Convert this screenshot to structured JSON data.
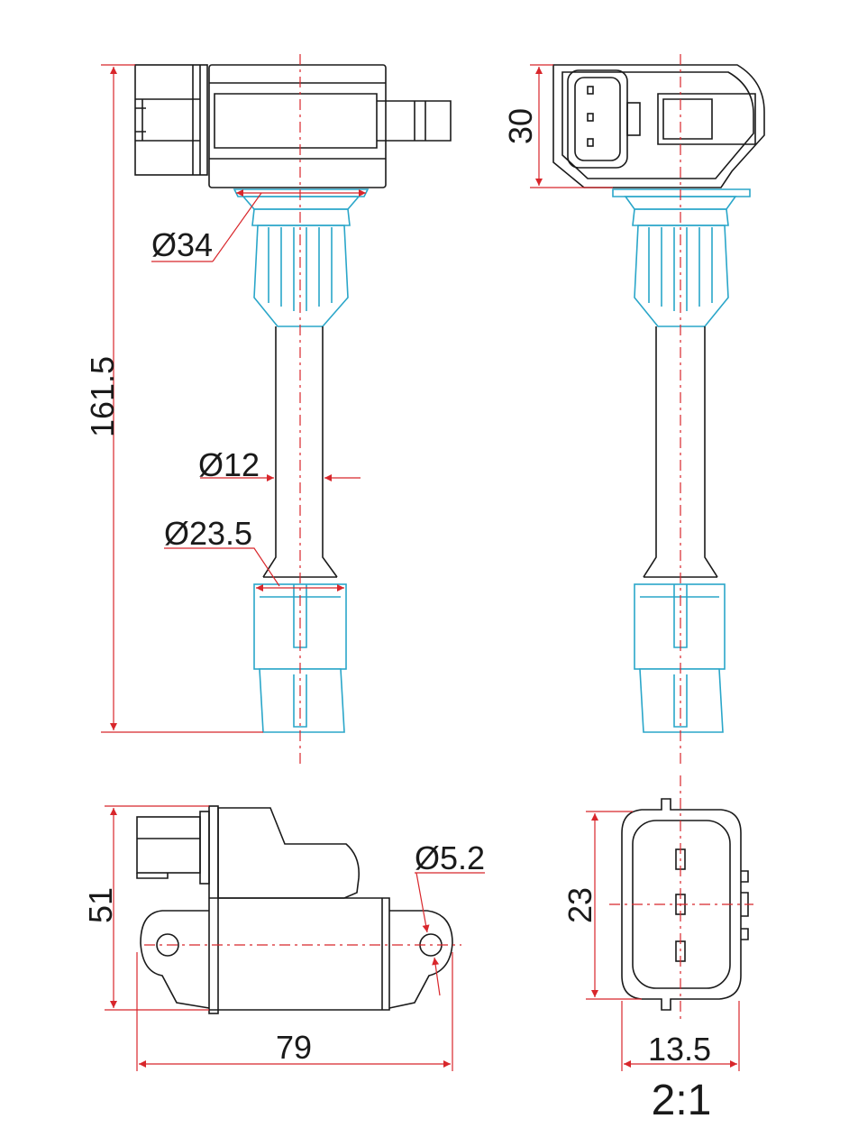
{
  "dimensions": {
    "height_total": "161.5",
    "diameter_flange": "Ø34",
    "diameter_tube": "Ø12",
    "diameter_boot": "Ø23.5",
    "connector_height": "30",
    "bottom_height": "51",
    "bottom_width": "79",
    "hole_diameter": "Ø5.2",
    "connector_face_height": "23",
    "connector_face_width": "13.5"
  },
  "scale": "2:1",
  "colors": {
    "outline": "#1a1a1a",
    "boot": "#2aa6c9",
    "dimension": "#d8262b"
  }
}
